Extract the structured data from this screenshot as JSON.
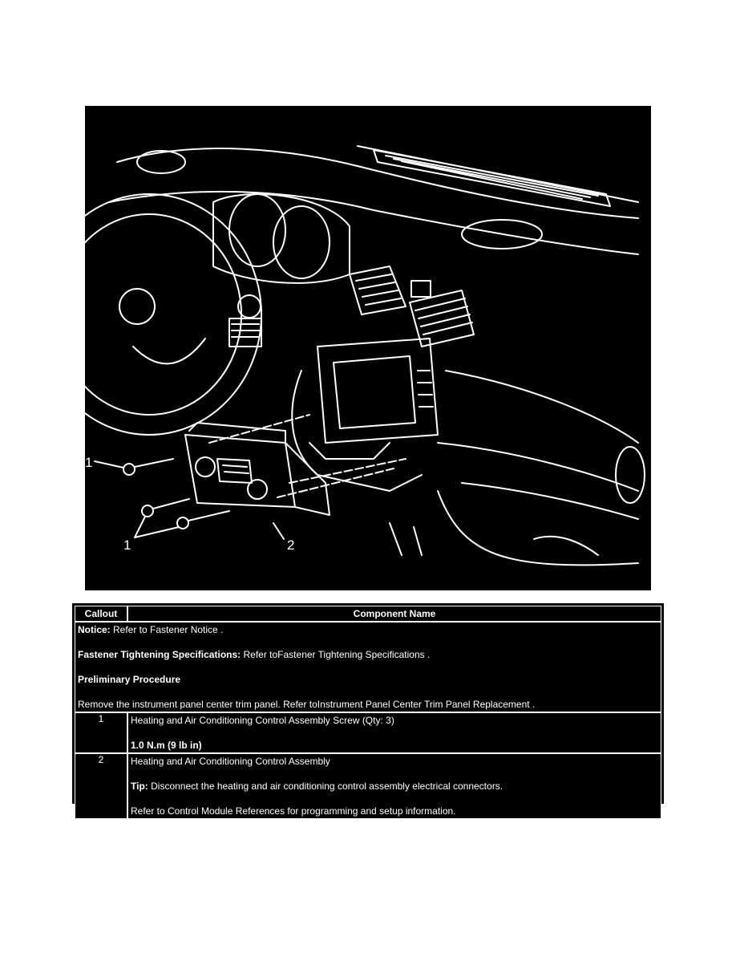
{
  "figure": {
    "callouts": {
      "c1a": "1",
      "c1b": "1",
      "c2": "2"
    }
  },
  "table": {
    "headers": {
      "callout": "Callout",
      "component": "Component Name"
    },
    "notice": {
      "label": "Notice:",
      "text": " Refer to Fastener Notice ."
    },
    "fastener": {
      "label": "Fastener Tightening Specifications:",
      "text": " Refer toFastener Tightening Specifications ."
    },
    "preliminary": {
      "heading": "Preliminary Procedure",
      "text": "Remove the instrument panel center trim panel. Refer toInstrument Panel Center Trim Panel Replacement ."
    },
    "rows": [
      {
        "callout": "1",
        "name": "Heating and Air Conditioning Control Assembly Screw (Qty: 3)",
        "torque": "1.0 N.m (9 lb in)"
      },
      {
        "callout": "2",
        "name": "Heating and Air Conditioning Control Assembly",
        "tip_label": "Tip:",
        "tip_text": " Disconnect the heating and air conditioning control assembly electrical connectors.",
        "reference": "Refer to Control Module References for programming and setup information."
      }
    ]
  }
}
